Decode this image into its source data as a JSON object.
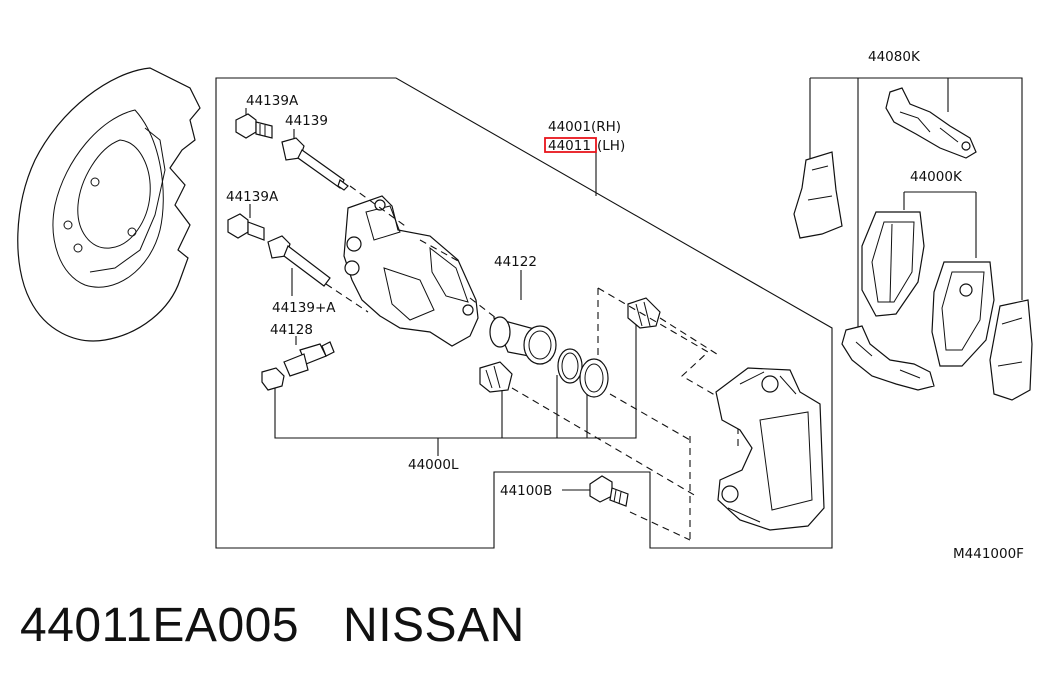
{
  "labels": {
    "p44139A_top": "44139A",
    "p44139": "44139",
    "p44139A_mid": "44139A",
    "p44139_plus_A": "44139+A",
    "p44128": "44128",
    "p44122": "44122",
    "p44001_rh": "44001(RH)",
    "p44011_lh_code": "44011",
    "p44011_lh_side": "(LH)",
    "p44000L": "44000L",
    "p44100B": "44100B",
    "p44080K": "44080K",
    "p44000K": "44000K",
    "diagram_id": "M441000F"
  },
  "caption": {
    "part_number": "44011EA005",
    "brand": "NISSAN"
  },
  "colors": {
    "highlight": "#e8141c",
    "ink": "#111111"
  }
}
